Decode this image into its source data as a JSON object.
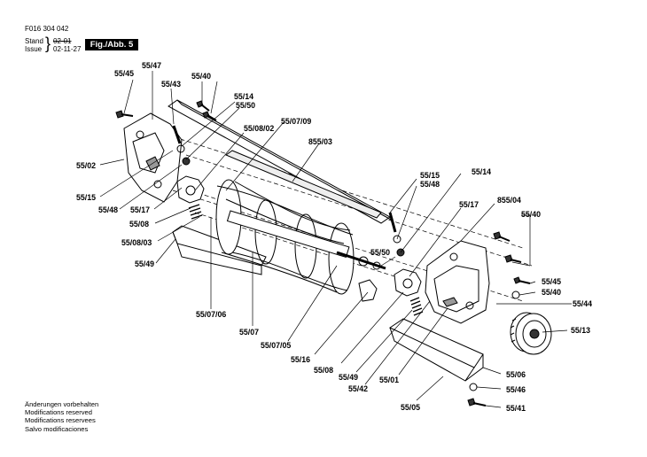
{
  "header": {
    "doc_number": "F016 304 042",
    "stand_label": "Stand",
    "issue_label": "Issue",
    "old_revision": "02-01",
    "revision_date": "02-11-27",
    "figure_tag": "Fig./Abb. 5"
  },
  "footer": {
    "lines": [
      "Änderungen vorbehalten",
      "Modifications reserved",
      "Modifications reservees",
      "Salvo modificaciones"
    ]
  },
  "callouts": {
    "c5545a": "55/45",
    "c5547": "55/47",
    "c5540a": "55/40",
    "c5543": "55/43",
    "c5514a": "55/14",
    "c5550a": "55/50",
    "c550709": "55/07/09",
    "c550802": "55/08/02",
    "c85503": "855/03",
    "c5502": "55/02",
    "c5515a": "55/15",
    "c5548a": "55/48",
    "c5517a": "55/17",
    "c5508a": "55/08",
    "c550803": "55/08/03",
    "c5549a": "55/49",
    "c5515b": "55/15",
    "c5548b": "55/48",
    "c5514b": "55/14",
    "c85504": "855/04",
    "c5517b": "55/17",
    "c5540b": "55/40",
    "c5550b": "55/50",
    "c5545b": "55/45",
    "c5540c": "55/40",
    "c5544": "55/44",
    "c5513": "55/13",
    "c550706": "55/07/06",
    "c5507": "55/07",
    "c550705": "55/07/05",
    "c5516": "55/16",
    "c5508b": "55/08",
    "c5549b": "55/49",
    "c5542": "55/42",
    "c5501": "55/01",
    "c5506": "55/06",
    "c5546": "55/46",
    "c5541": "55/41",
    "c5505": "55/05"
  }
}
